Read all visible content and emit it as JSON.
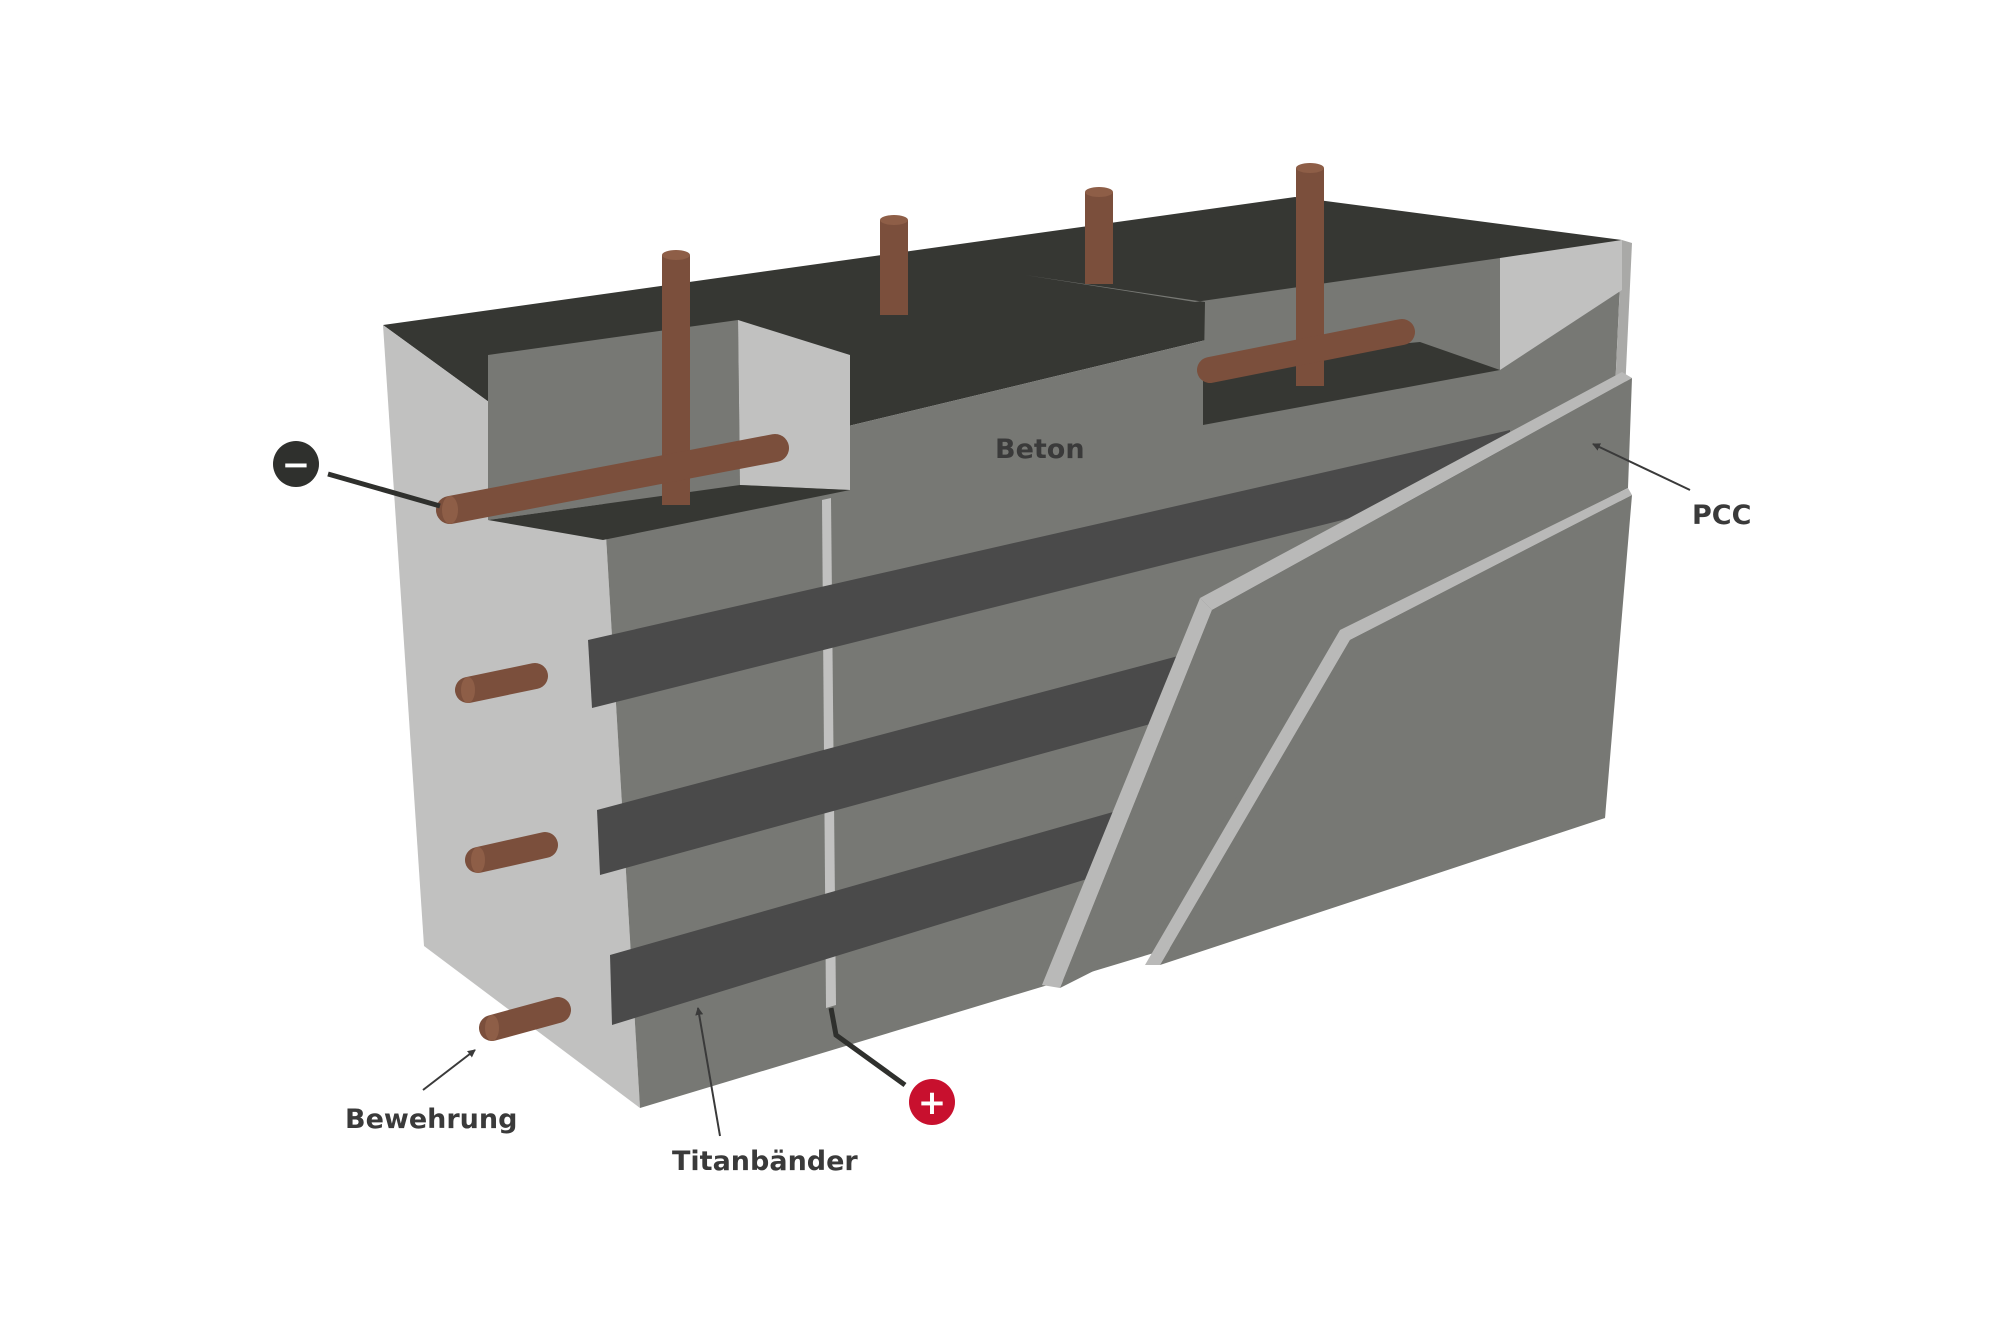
{
  "labels": {
    "concrete": "Beton",
    "pcc": "PCC",
    "reinforcement": "Bewehrung",
    "titanium_strips": "Titanbänder"
  },
  "terminals": {
    "negative": "−",
    "positive": "+"
  },
  "colors": {
    "rebar": "#7b4f3c",
    "rebar_end": "#8e5e47",
    "concrete_light": "#c1c1c0",
    "concrete_mid": "#777874",
    "concrete_dark": "#363733",
    "titanium_strip": "#4a4a4a",
    "pcc_edge": "#b9b9b8",
    "negative_terminal": "#2f302d",
    "positive_terminal": "#c8102e",
    "label_text": "#3a3a3a"
  }
}
